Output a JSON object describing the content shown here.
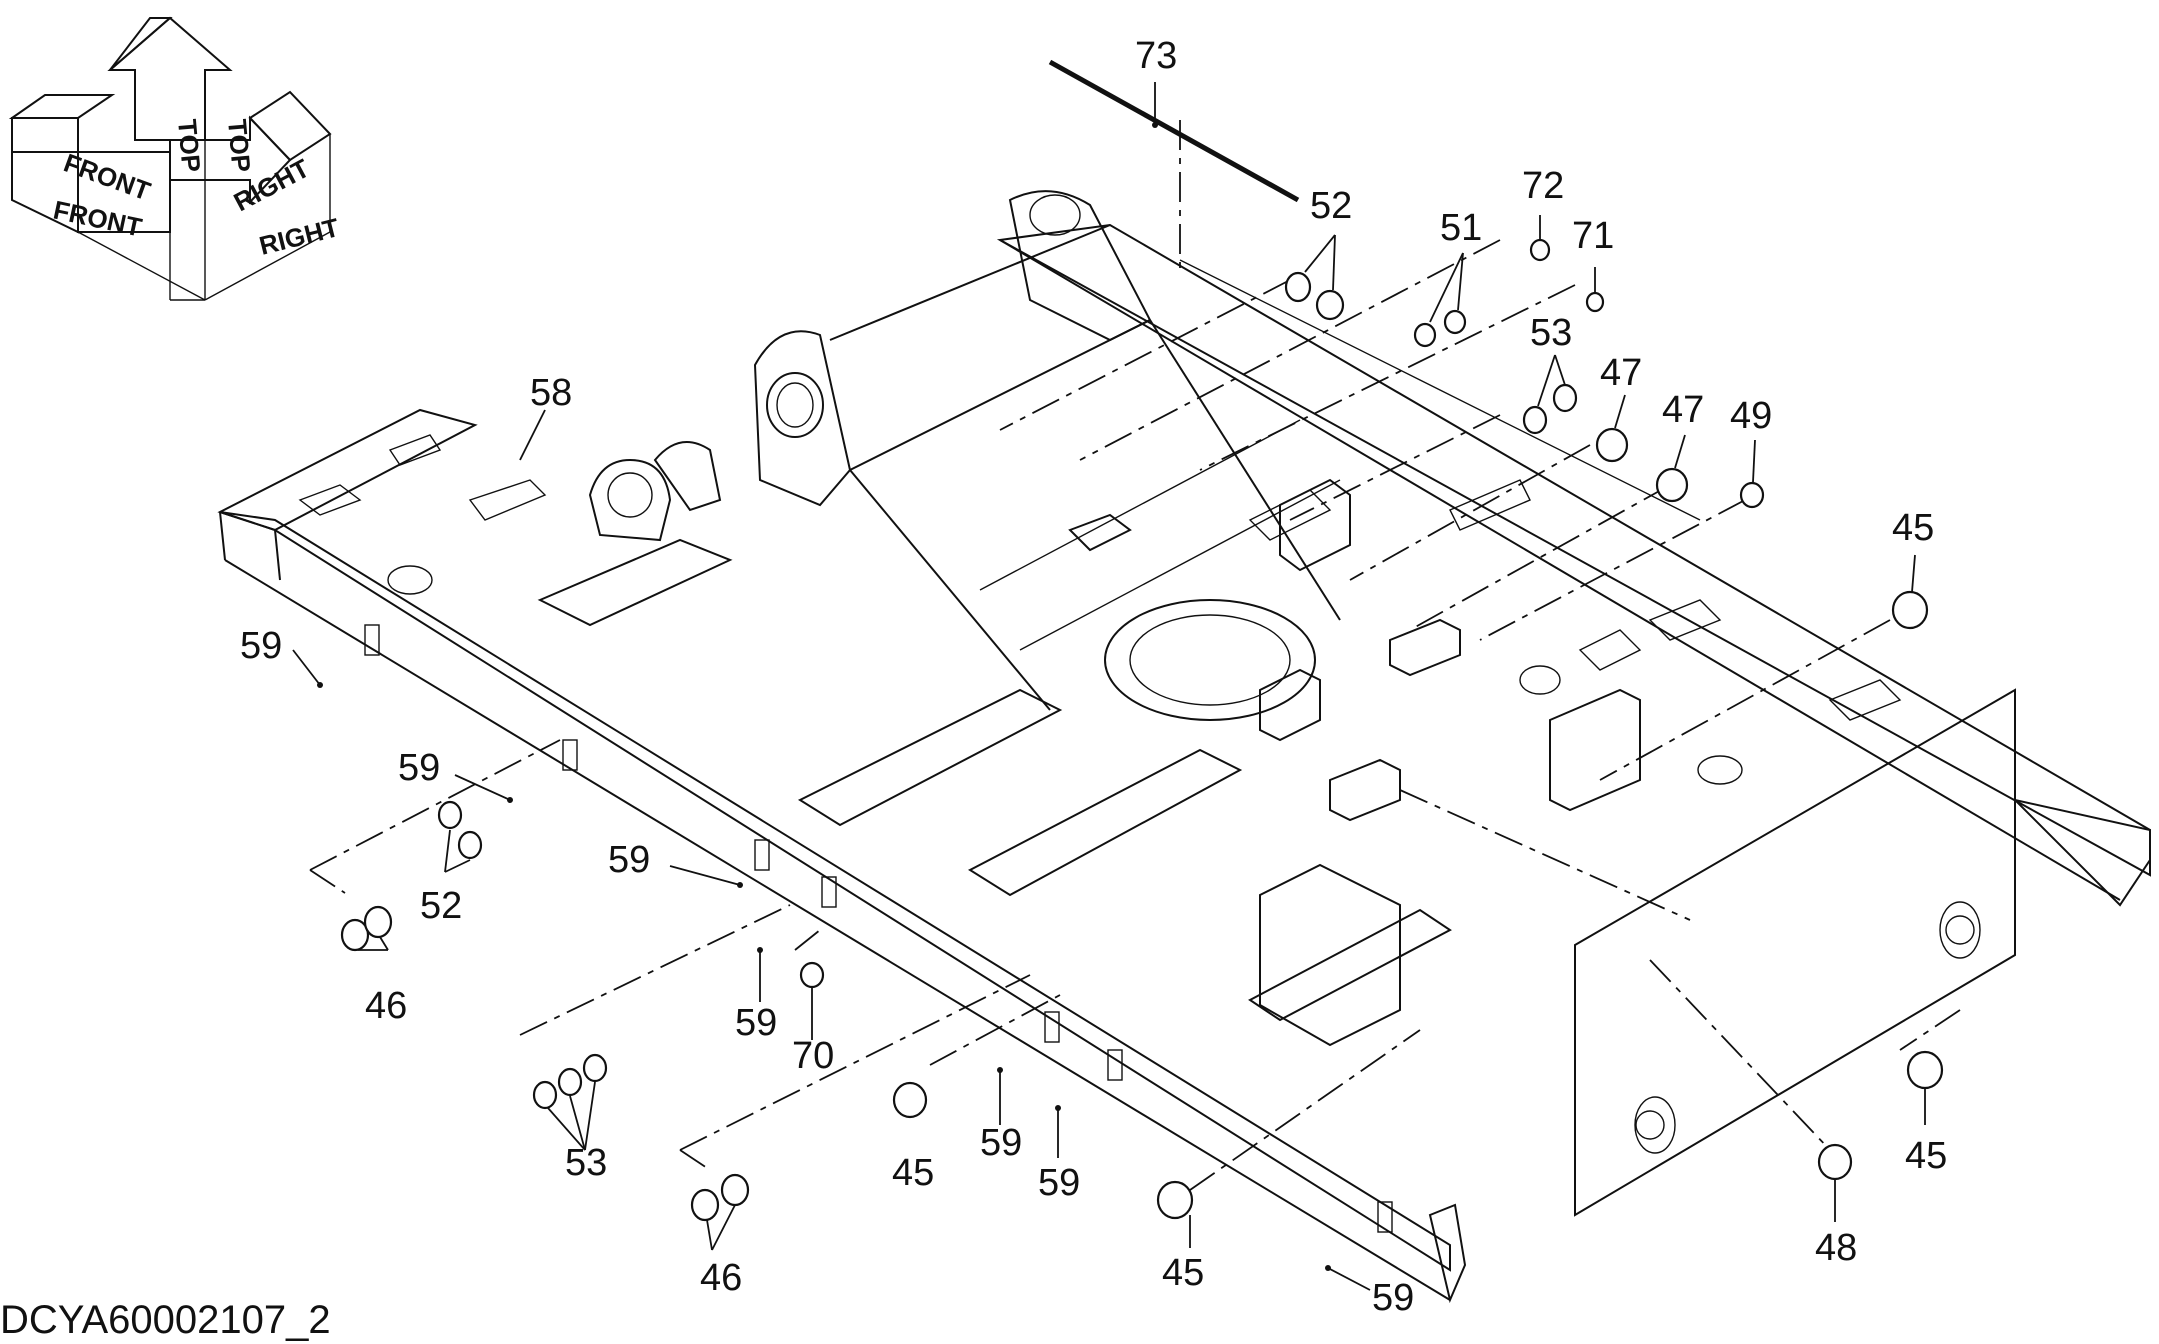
{
  "orientation": {
    "front_top": "FRONT",
    "front": "FRONT",
    "top_left": "TOP",
    "top_right": "TOP",
    "right_top": "RIGHT",
    "right": "RIGHT"
  },
  "callouts": {
    "c73": "73",
    "c52a": "52",
    "c51": "51",
    "c72": "72",
    "c71": "71",
    "c53a": "53",
    "c47a": "47",
    "c47b": "47",
    "c49": "49",
    "c58": "58",
    "c45a": "45",
    "c59a": "59",
    "c59b": "59",
    "c52b": "52",
    "c59c": "59",
    "c46a": "46",
    "c59d": "59",
    "c70": "70",
    "c53b": "53",
    "c45b": "45",
    "c59e": "59",
    "c59f": "59",
    "c45c": "45",
    "c46b": "46",
    "c45d": "45",
    "c48": "48",
    "c59g": "59"
  },
  "drawing_code": "DCYA60002107_2"
}
